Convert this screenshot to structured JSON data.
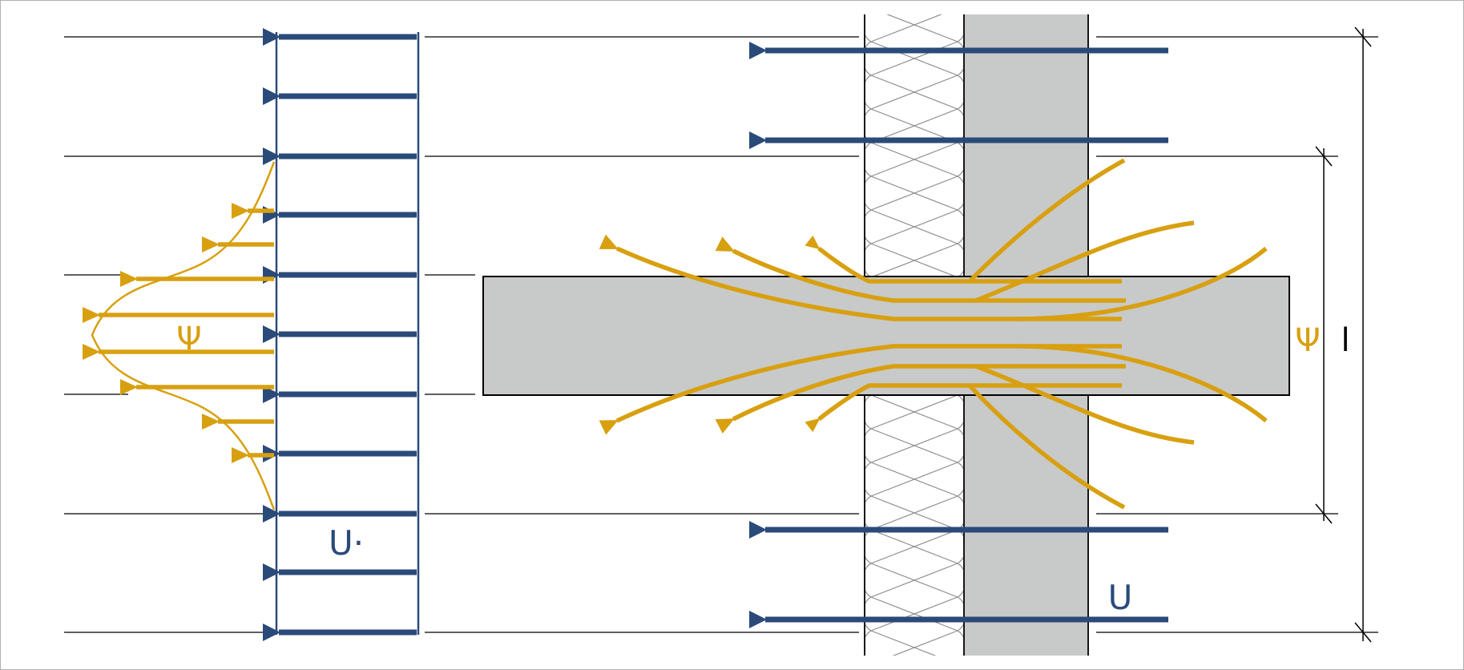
{
  "labels": {
    "psi_left": "Ψ",
    "u_dot": "U·",
    "psi_right": "Ψ",
    "length": "l",
    "u_right": "U"
  },
  "colors": {
    "background": "#ffffff",
    "frame": "#b0b0b0",
    "heat_flow_uniform": "#2a4a7a",
    "heat_flow_bridge": "#d8a010",
    "concrete": "#c8c9c9",
    "insulation_line": "#8c8c8c",
    "line": "#000000"
  },
  "icons": {
    "uniform_arrow": "arrow-left-blue",
    "bridge_arrow": "arrow-left-gold",
    "insulation": "mineral-wool-hatching"
  }
}
